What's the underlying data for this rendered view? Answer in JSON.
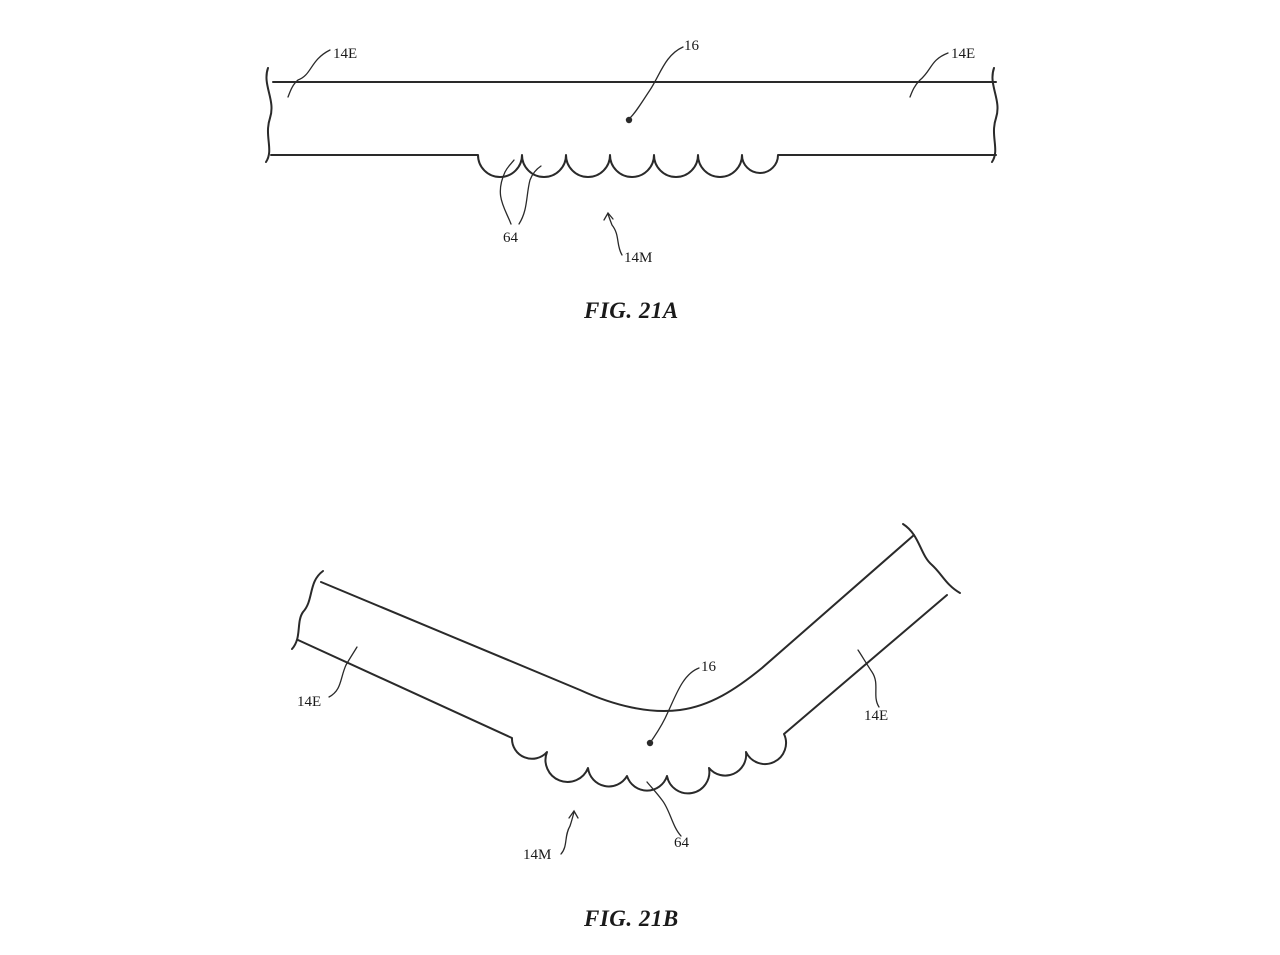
{
  "figure_a": {
    "caption": "FIG. 21A",
    "labels": {
      "left_edge": "14E",
      "center": "16",
      "right_edge": "14E",
      "bumps": "64",
      "middle": "14M"
    }
  },
  "figure_b": {
    "caption": "FIG. 21B",
    "labels": {
      "left_edge": "14E",
      "center": "16",
      "right_edge": "14E",
      "bumps": "64",
      "middle": "14M"
    }
  }
}
